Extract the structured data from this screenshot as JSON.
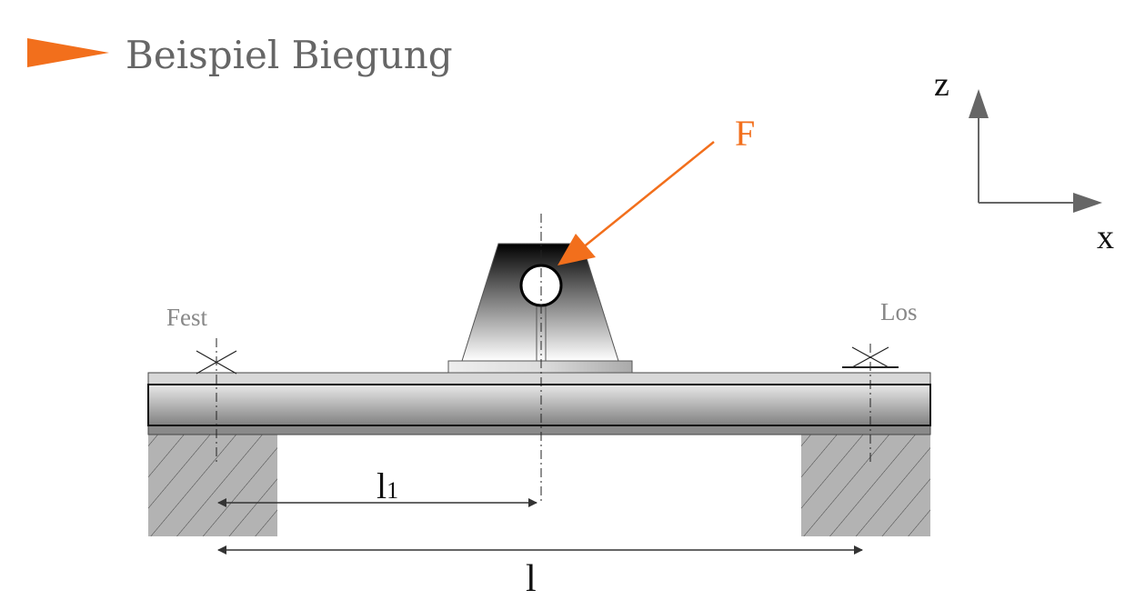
{
  "title": "Beispiel Biegung",
  "force_label": "F",
  "axes": {
    "z": "z",
    "x": "x"
  },
  "supports": {
    "fixed": "Fest",
    "floating": "Los"
  },
  "dimensions": {
    "l1_main": "l",
    "l1_sub": "1",
    "l": "l"
  },
  "colors": {
    "accent": "#f26f1c",
    "text": "#666666"
  }
}
